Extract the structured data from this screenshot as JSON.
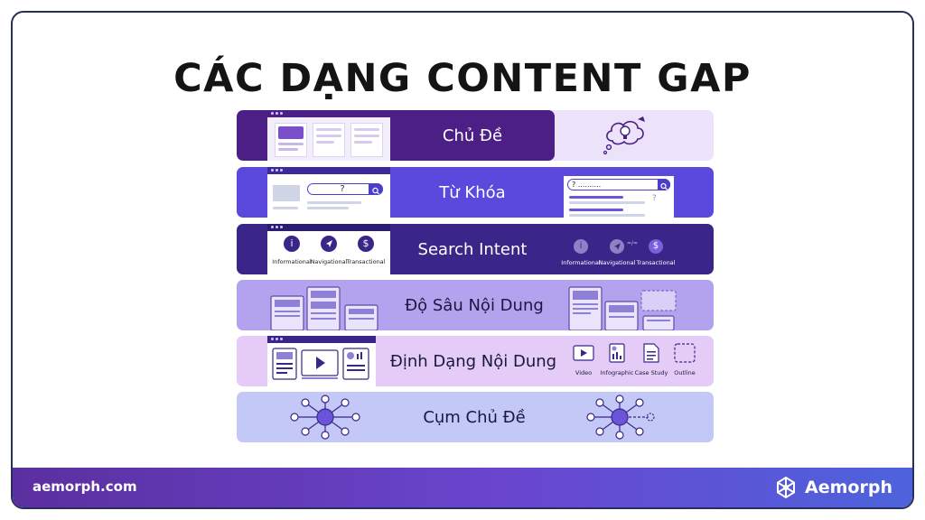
{
  "title": "CÁC DẠNG CONTENT GAP",
  "rows": [
    {
      "label": "Chủ Đề"
    },
    {
      "label": "Từ Khóa"
    },
    {
      "label": "Search Intent"
    },
    {
      "label": "Độ Sâu Nội Dung"
    },
    {
      "label": "Định Dạng Nội Dung"
    },
    {
      "label": "Cụm Chủ Đề"
    }
  ],
  "keyword": {
    "left_query": "?",
    "right_query": "? ..........",
    "right_mark": "?"
  },
  "intent": {
    "labels": [
      "Informational",
      "Navigational",
      "Transactional"
    ],
    "info_symbol": "i",
    "money_symbol": "$",
    "compare_mark": "≈/≈"
  },
  "formats": {
    "labels": [
      "Video",
      "Infographic",
      "Case Study",
      "Outline"
    ]
  },
  "footer": {
    "url": "aemorph.com",
    "brand": "Aemorph"
  },
  "colors": {
    "row1": "#4b1f85",
    "row1_light": "#ece3fb",
    "row2": "#5b49de",
    "row3": "#3a2689",
    "row4": "#b3a3ee",
    "row5": "#e4ccf6",
    "row6": "#c3c8f6"
  }
}
